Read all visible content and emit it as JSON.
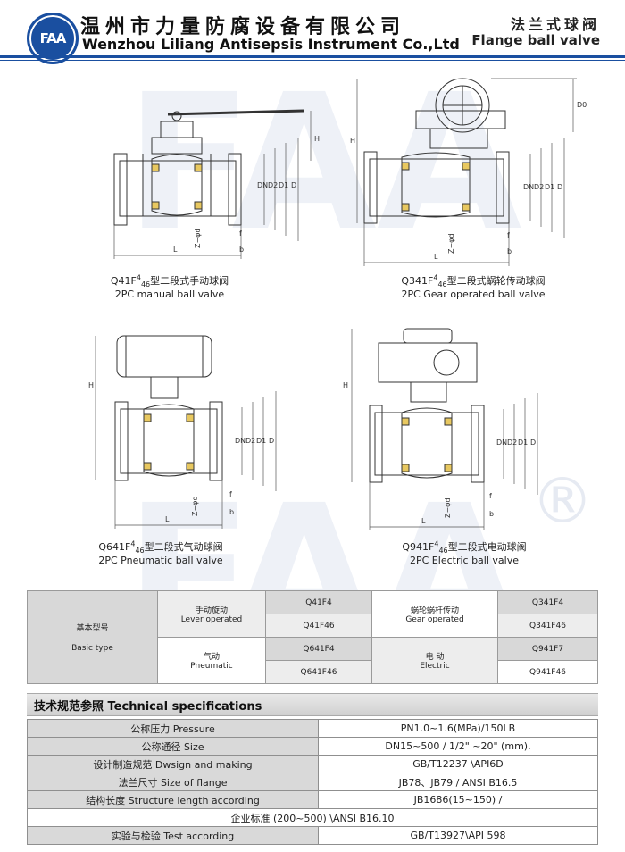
{
  "header": {
    "logo_text": "FAA",
    "company_cn": "温州市力量防腐设备有限公司",
    "company_en": "Wenzhou Liliang Antisepsis Instrument Co.,Ltd",
    "product_cn": "法兰式球阀",
    "product_en": "Flange ball valve"
  },
  "watermark": {
    "text": "FAA",
    "mark": "®"
  },
  "drawings": {
    "dim_labels": {
      "H": "H",
      "DN": "DN",
      "D2": "D2",
      "D1": "D1",
      "D": "D",
      "L": "L",
      "f": "f",
      "b": "b",
      "zd": "Z−φd",
      "D0": "D0"
    },
    "q41": {
      "title_pre": "Q41F",
      "sup": "4",
      "sub": "46",
      "title_post": "型二段式手动球阀",
      "en": "2PC manual ball valve"
    },
    "q341": {
      "title_pre": "Q341F",
      "sup": "4",
      "sub": "46",
      "title_post": "型二段式蜗轮传动球阀",
      "en": "2PC Gear operated ball valve"
    },
    "q641": {
      "title_pre": "Q641F",
      "sup": "4",
      "sub": "46",
      "title_post": "型二段式气动球阀",
      "en": "2PC Pneumatic ball valve"
    },
    "q941": {
      "title_pre": "Q941F",
      "sup": "4",
      "sub": "46",
      "title_post": "型二段式电动球阀",
      "en": "2PC Electric ball valve"
    }
  },
  "basic_type": {
    "label_cn": "基本型号",
    "label_en": "Basic type",
    "lever_cn": "手动旋动",
    "lever_en": "Lever operated",
    "pneu_cn": "气动",
    "pneu_en": "Pneumatic",
    "gear_cn": "蜗轮蜗杆传动",
    "gear_en": "Gear operated",
    "elec_cn": "电 动",
    "elec_en": "Electric",
    "m1": "Q41F4",
    "m2": "Q41F46",
    "m3": "Q641F4",
    "m4": "Q641F46",
    "m5": "Q341F4",
    "m6": "Q341F46",
    "m7": "Q941F7",
    "m8": "Q941F46"
  },
  "tech": {
    "title": "技术规范参照 Technical specifications",
    "rows": [
      {
        "label": "公称压力 Pressure",
        "value": "PN1.0~1.6(MPa)/150LB"
      },
      {
        "label": "公称通径 Size",
        "value": "DN15~500 / 1/2\" ~20\" (mm)."
      },
      {
        "label": "设计制造规范 Dwsign and making",
        "value": "GB/T12237 \\API6D"
      },
      {
        "label": "法兰尺寸 Size of flange",
        "value": "JB78、JB79 / ANSI B16.5"
      },
      {
        "label": "结构长度 Structure length according",
        "value": "JB1686(15~150) /"
      },
      {
        "full": "企业标准 (200~500) \\ANSI B16.10"
      },
      {
        "label": "实验与检验 Test according",
        "value": "GB/T13927\\API 598"
      }
    ]
  }
}
